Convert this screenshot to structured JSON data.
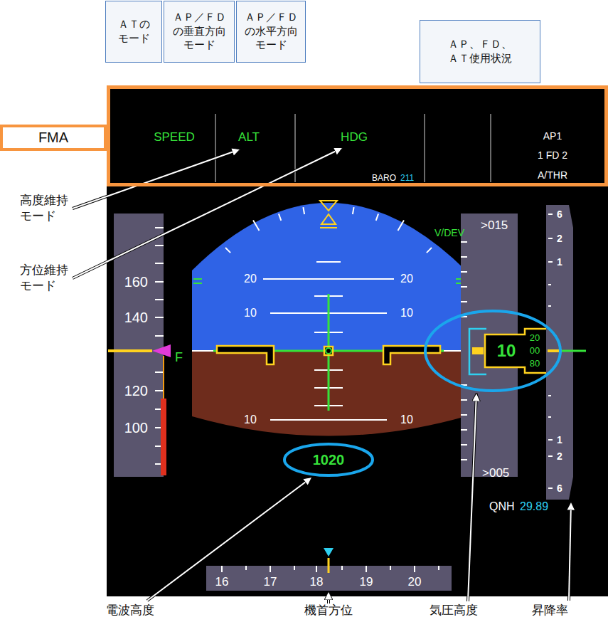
{
  "diagram": {
    "nodes": [
      {
        "text": [
          "ＡＴの モード"
        ]
      },
      {
        "text": [
          "ＡＰ／ＦＤ の垂直方向 モード"
        ]
      },
      {
        "text": [
          "ＡＰ／ＦＤ の水平方向 モード"
        ]
      },
      {
        "text": [
          "ＡＰ、ＦＤ、 ＡＴ使用状況"
        ]
      },
      {
        "text": [
          "FMA"
        ]
      },
      {
        "text": [
          "SPEED",
          "ALT",
          "HDG",
          "BARO",
          "211",
          "AP1",
          "1 FD 2",
          "A/THR"
        ]
      },
      {
        "text": [
          "10",
          "20",
          "00",
          "80"
        ]
      },
      {
        "text": [
          "1020"
        ]
      }
    ],
    "labels": [
      "高度維持 モード",
      "方位維持 モード",
      "160",
      "140",
      "120",
      "100",
      "F",
      "20",
      "20",
      "10",
      "10",
      "10",
      "10",
      "V/DEV",
      ">015",
      ">005",
      "6",
      "2",
      "1",
      "1",
      "2",
      "6",
      "QNH",
      "29.89",
      "16",
      "17",
      "18",
      "19",
      "20",
      "電波高度",
      "機首方位",
      "気圧高度",
      "昇降率"
    ]
  }
}
